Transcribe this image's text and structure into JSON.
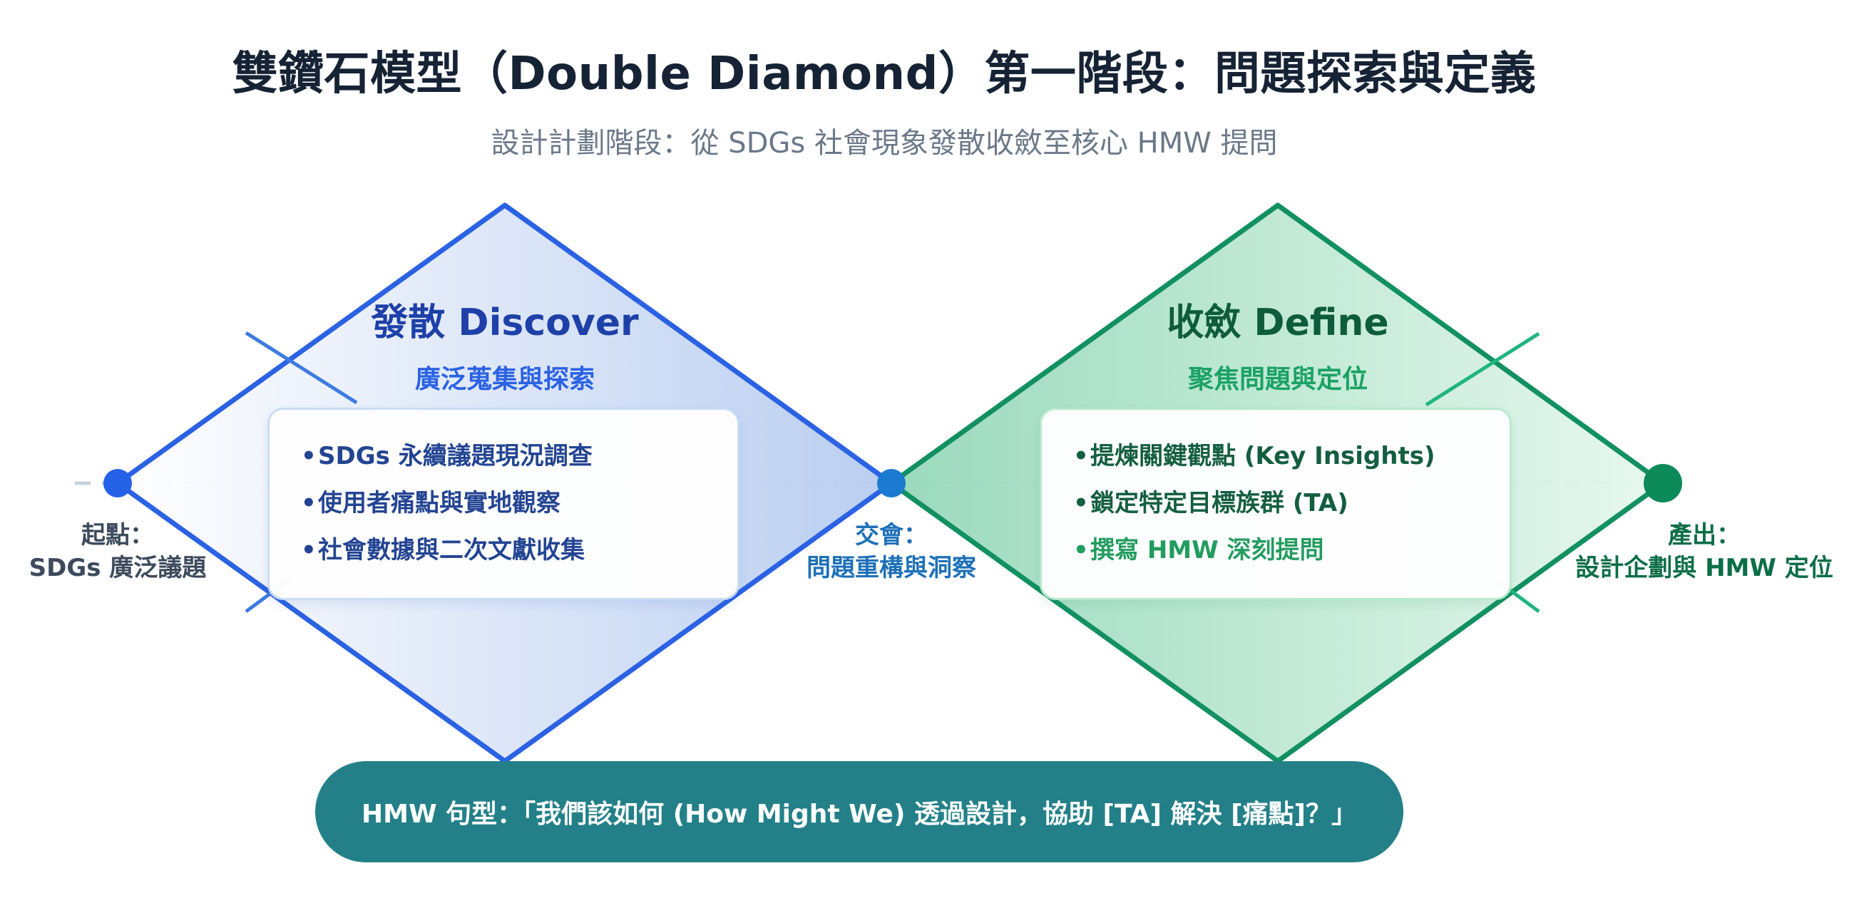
{
  "header": {
    "title": "雙鑽石模型（Double Diamond）第一階段：問題探索與定義",
    "subtitle": "設計計劃階段：從 SDGs 社會現象發散收斂至核心 HMW 提問"
  },
  "discover": {
    "title": "發散 Discover",
    "subtitle": "廣泛蒐集與探索",
    "items": [
      "SDGs 永續議題現況調查",
      "使用者痛點與實地觀察",
      "社會數據與二次文獻收集"
    ]
  },
  "define": {
    "title": "收斂 Define",
    "subtitle": "聚焦問題與定位",
    "items": [
      "提煉關鍵觀點 (Key Insights)",
      "鎖定特定目標族群 (TA)",
      "撰寫 HMW 深刻提問"
    ]
  },
  "nodes": {
    "start": {
      "line1": "起點：",
      "line2": "SDGs 廣泛議題"
    },
    "middle": {
      "line1": "交會：",
      "line2": "問題重構與洞察"
    },
    "end": {
      "line1": "產出：",
      "line2": "設計企劃與 HMW 定位"
    }
  },
  "bullet": "•",
  "hmw_sentence": "HMW 句型：「我們該如何 (How Might We) 透過設計，協助 [TA] 解決 [痛點]？」",
  "colors": {
    "discover_stroke": "#2b62e3",
    "define_stroke": "#129062",
    "node_start": "#2561e6",
    "node_middle": "#1a7bd0",
    "node_end": "#0d8a5a",
    "pill": "#238088"
  }
}
